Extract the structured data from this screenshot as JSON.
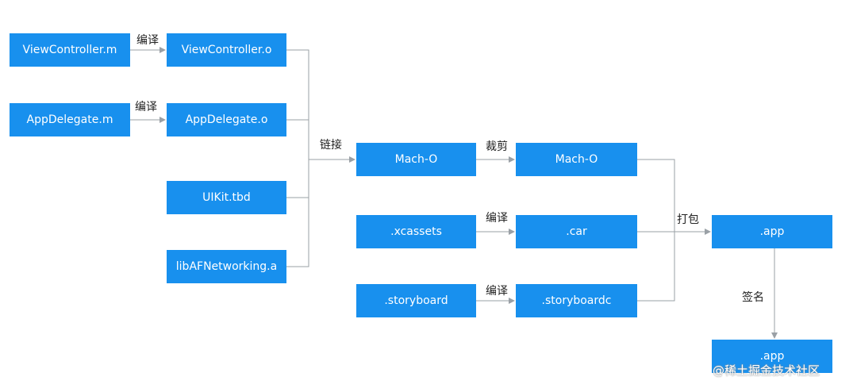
{
  "colors": {
    "box": "#1890ee",
    "line": "#9aa0a6",
    "text_on_box": "#ffffff",
    "label": "#222222"
  },
  "boxes": {
    "vc_m": "ViewController.m",
    "vc_o": "ViewController.o",
    "ad_m": "AppDelegate.m",
    "ad_o": "AppDelegate.o",
    "uikit": "UIKit.tbd",
    "afnet": "libAFNetworking.a",
    "macho": "Mach-O",
    "macho_thin": "Mach-O",
    "xcassets": ".xcassets",
    "car": ".car",
    "storyboard": ".storyboard",
    "storyboardc": ".storyboardc",
    "app": ".app",
    "app_signed": ".app"
  },
  "labels": {
    "compile_1": "编译",
    "compile_2": "编译",
    "link": "链接",
    "trim": "裁剪",
    "compile_3": "编译",
    "compile_4": "编译",
    "package": "打包",
    "sign": "签名"
  },
  "watermark": {
    "icon": "at-icon",
    "text": "@稀土掘金技术社区"
  }
}
